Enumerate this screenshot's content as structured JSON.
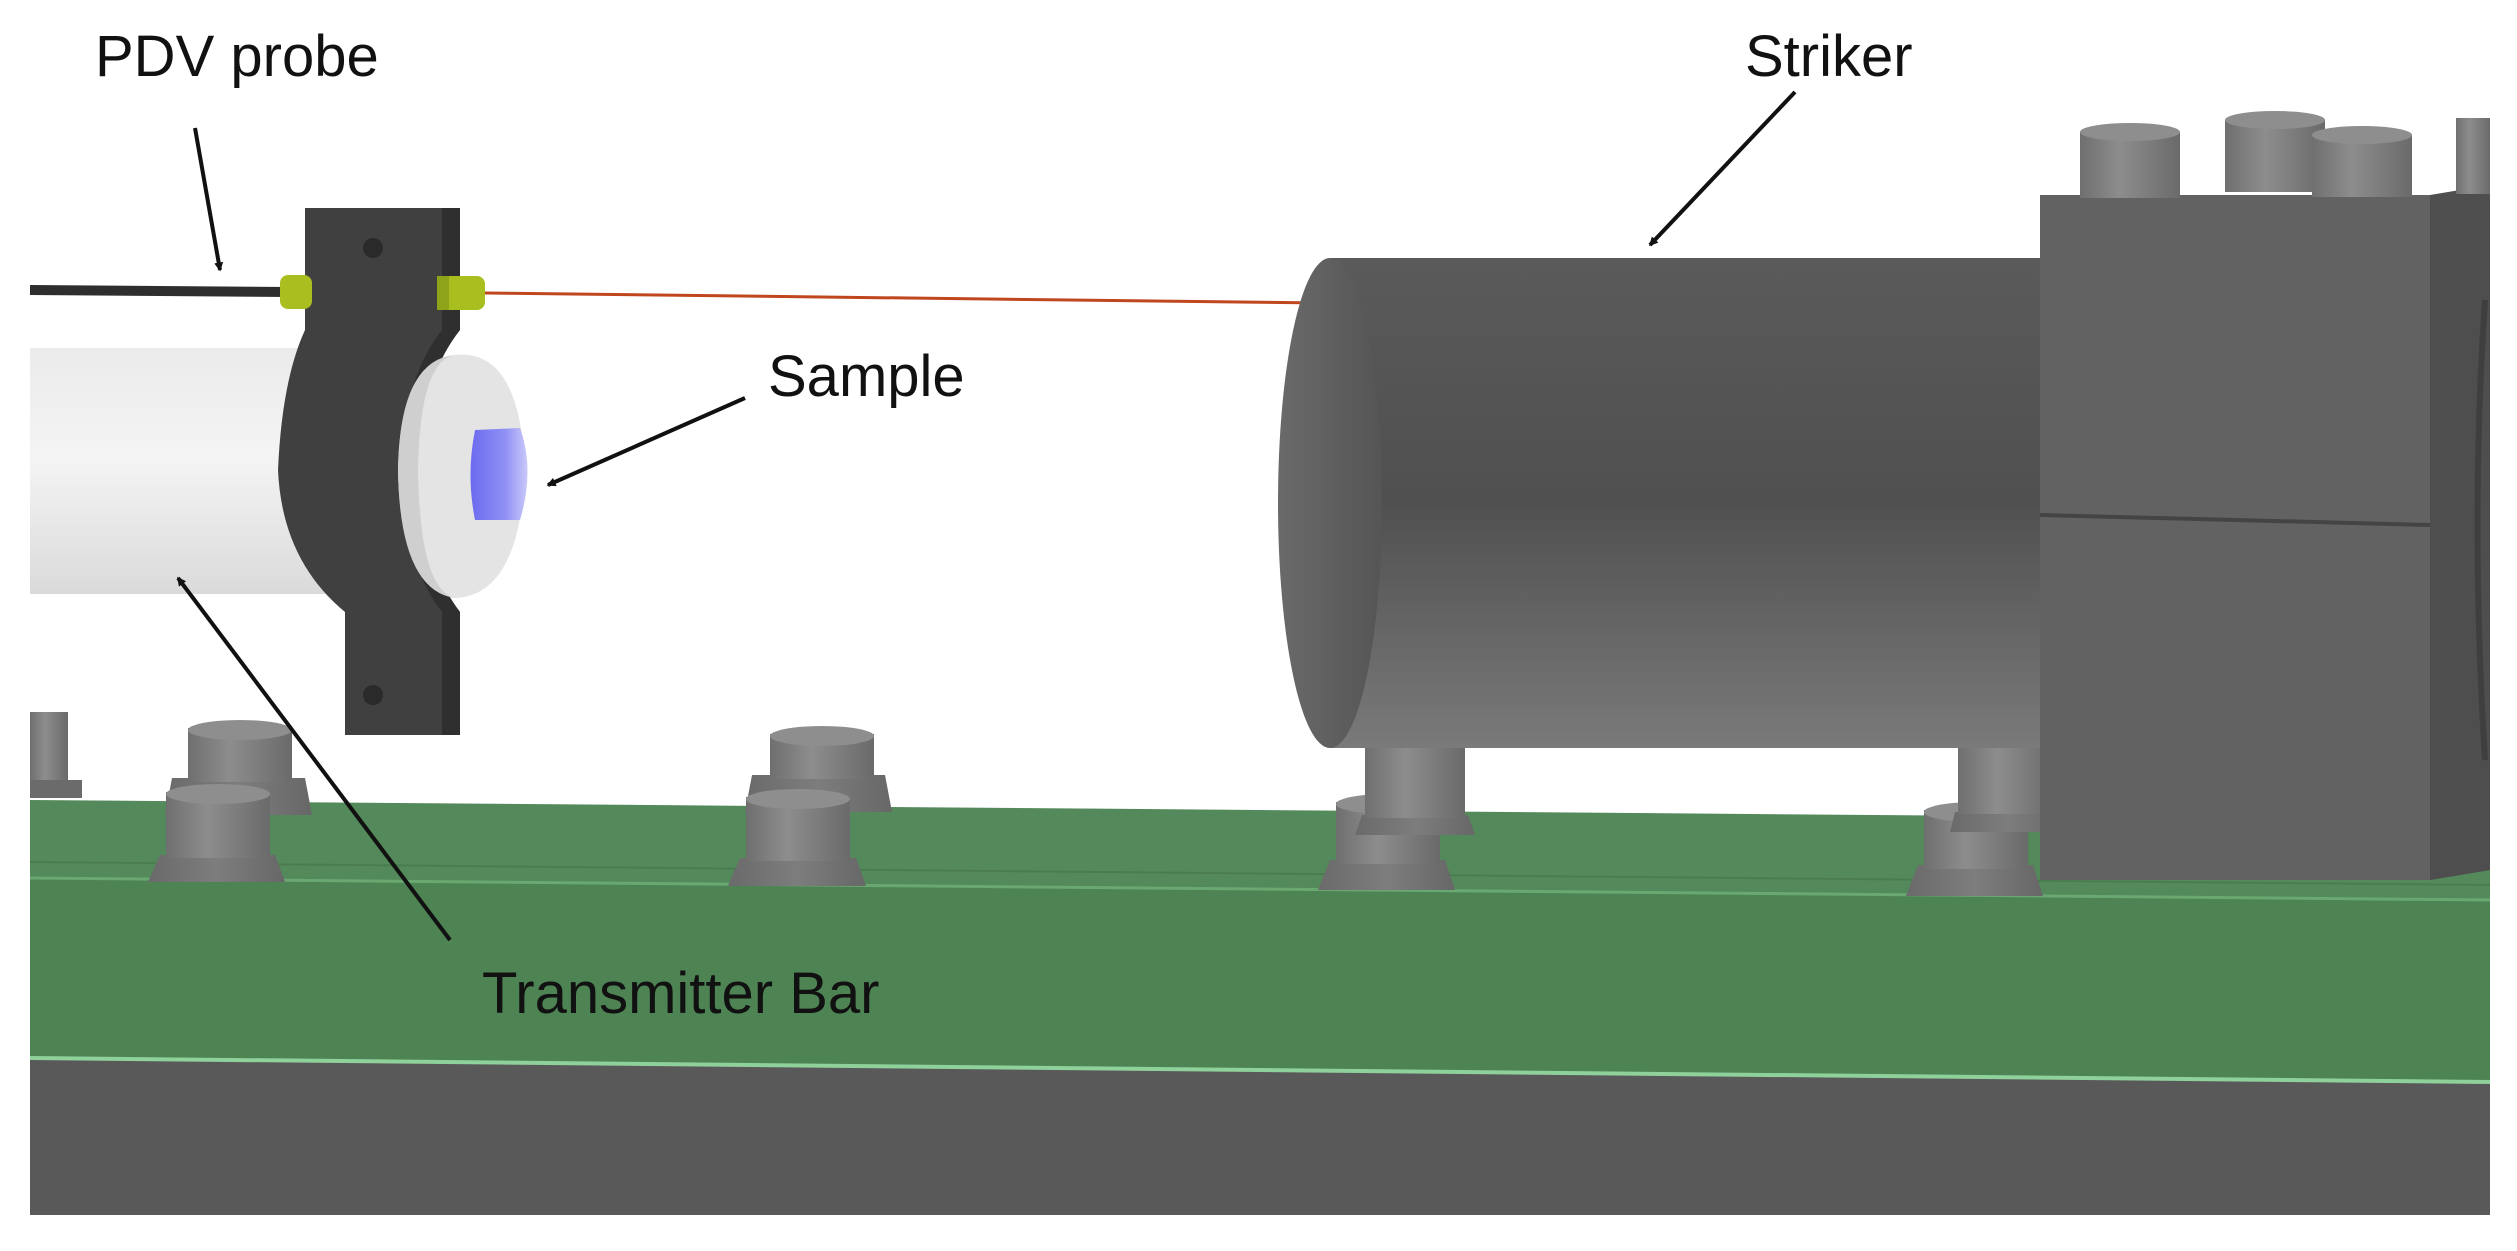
{
  "labels": {
    "pdv_probe": "PDV probe",
    "striker": "Striker",
    "sample": "Sample",
    "transmitter_bar": "Transmitter Bar"
  },
  "colors": {
    "background": "#ffffff",
    "table_top": "#52875a",
    "table_front": "#4f8455",
    "table_edge": "#8fd19a",
    "base_block": "#5a5a5a",
    "bar": "#e2e2e2",
    "clamp": "#3f3f3f",
    "striker_body": "#575757",
    "striker_block": "#5e5e5e",
    "post": "#858585",
    "laser": "#c0461d",
    "set_screw": "#a6bd1e",
    "sample": "#8c8cf2",
    "arrow": "#111111"
  }
}
